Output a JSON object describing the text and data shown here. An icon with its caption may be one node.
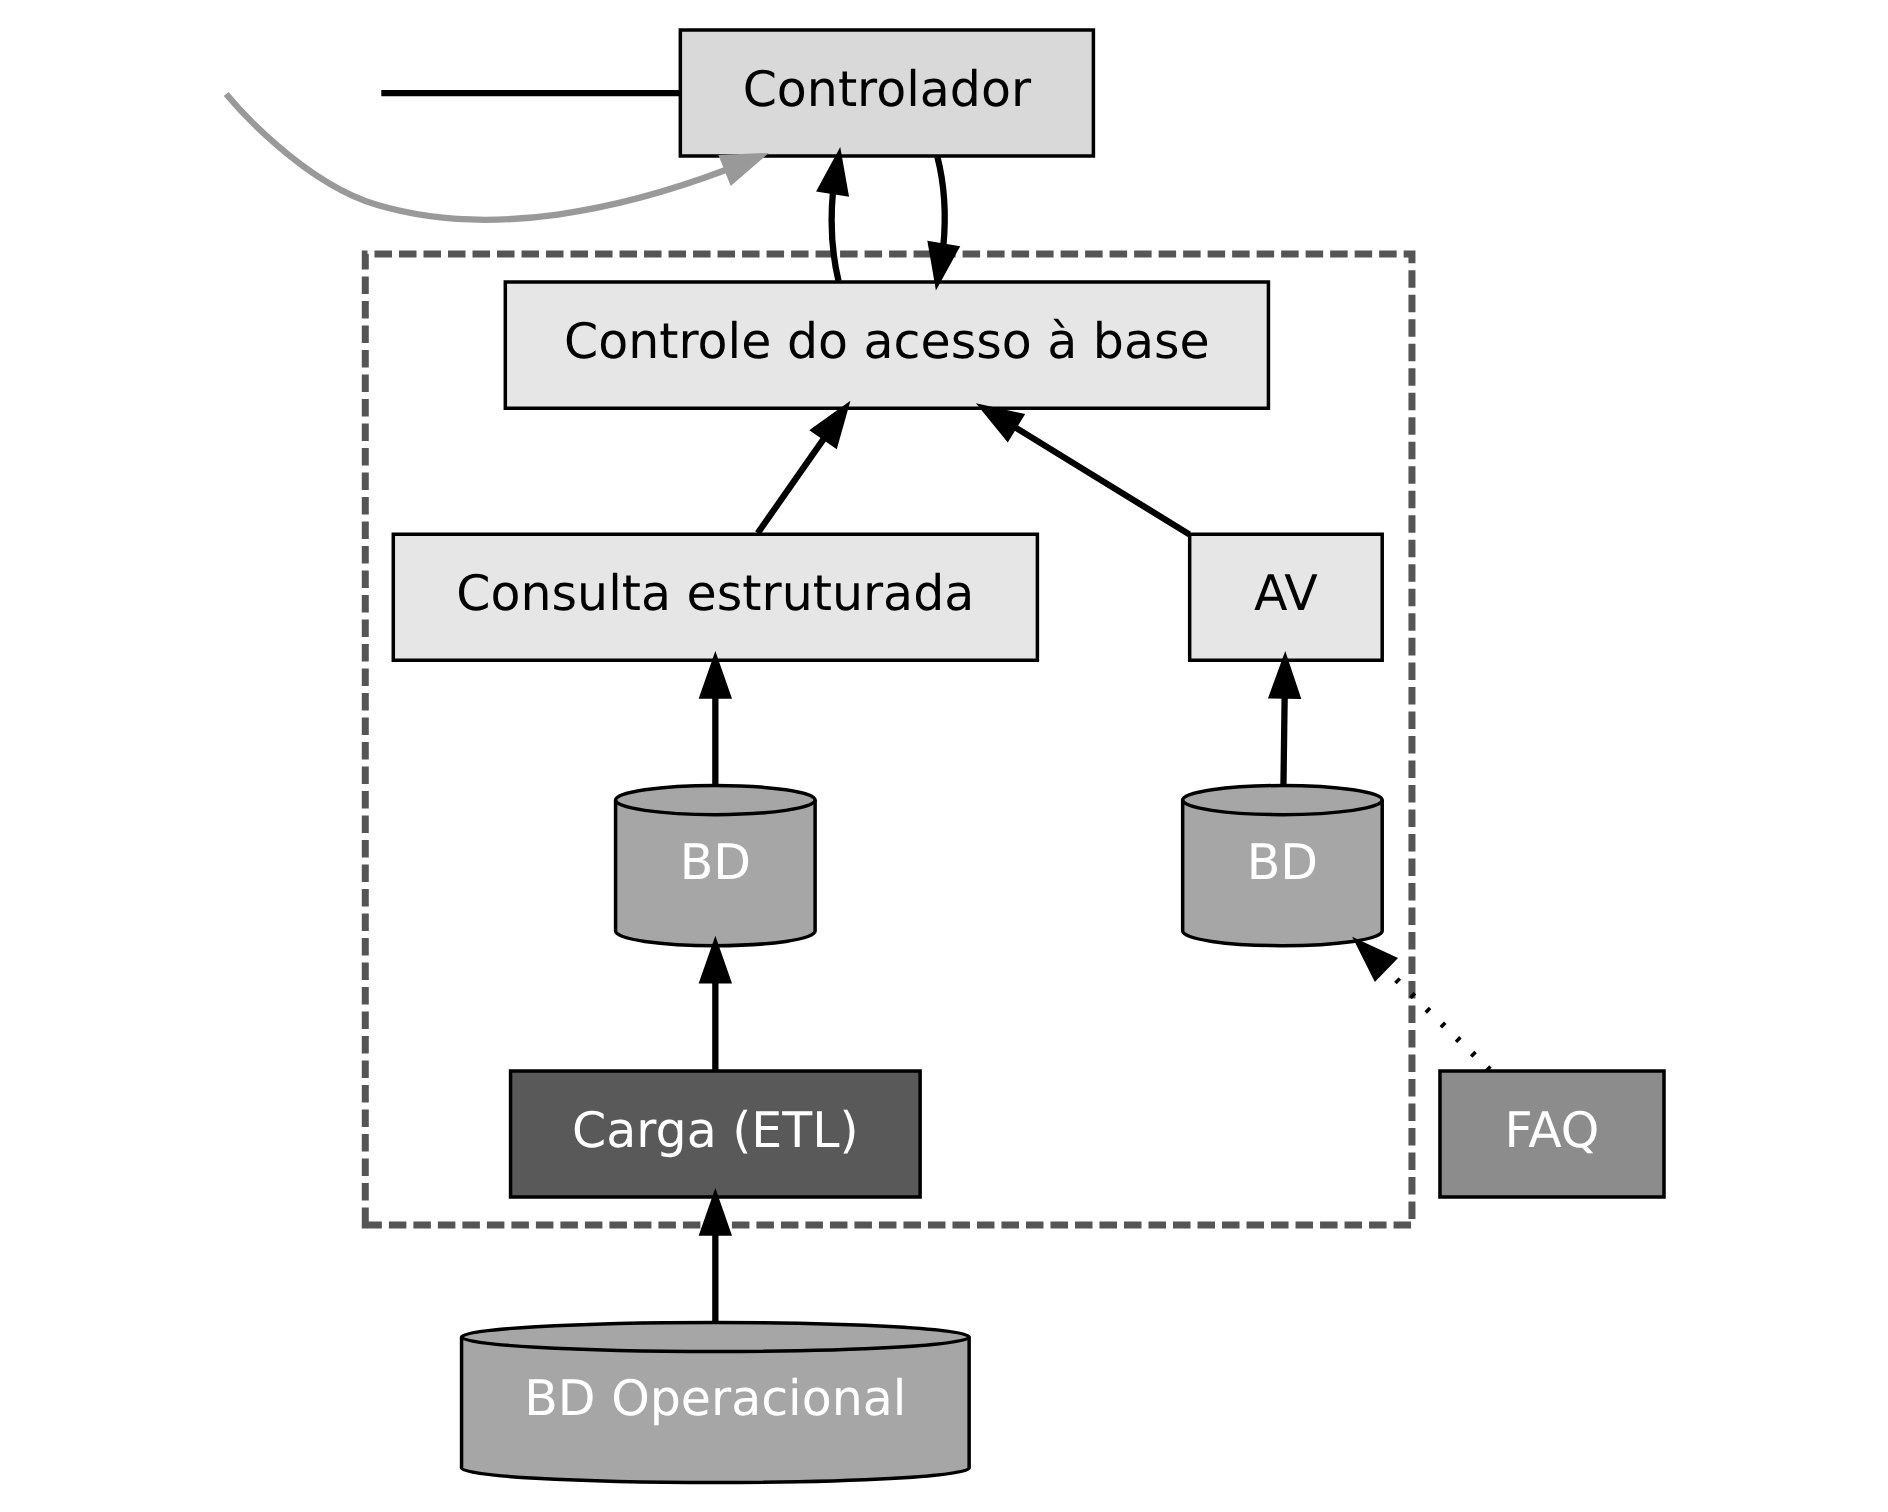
{
  "diagram": {
    "nodes": [
      {
        "text": [
          "Controlador"
        ]
      },
      {
        "text": [],
        "shape": "box"
      },
      {
        "text": [
          "Controle do acesso à base"
        ],
        "in": 1
      },
      {
        "text": [
          "AV"
        ],
        "in": 1
      },
      {
        "text": [
          "Consulta estruturada"
        ],
        "in": 1
      },
      {
        "text": [
          "BD"
        ],
        "in": 1
      },
      {
        "text": [
          "FAQ"
        ]
      },
      {
        "text": [
          "BD"
        ],
        "in": 1
      },
      {
        "text": [
          "Carga (ETL)"
        ],
        "in": 1
      },
      {
        "text": [
          "BD Operacional"
        ]
      }
    ],
    "edges": [
      {
        "from": null,
        "to": 0,
        "arrow": "to",
        "color": "#999999"
      },
      {
        "from": null,
        "to": 0,
        "arrow": "none"
      },
      {
        "from": 2,
        "to": 0,
        "arrow": "to"
      },
      {
        "from": 0,
        "to": 2,
        "arrow": "to"
      },
      {
        "from": 3,
        "to": 2,
        "arrow": "to"
      },
      {
        "from": 4,
        "to": 2,
        "arrow": "to"
      },
      {
        "from": 5,
        "to": 3,
        "arrow": "to"
      },
      {
        "from": 6,
        "to": 5,
        "arrow": "to",
        "style": "dashed"
      },
      {
        "from": 7,
        "to": 4,
        "arrow": "to"
      },
      {
        "from": 8,
        "to": 7,
        "arrow": "to"
      },
      {
        "from": 9,
        "to": 8,
        "arrow": "to"
      }
    ]
  }
}
